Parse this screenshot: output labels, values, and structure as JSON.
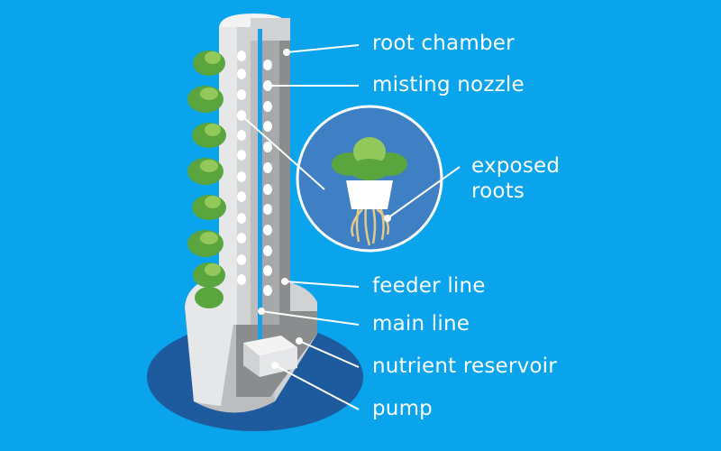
{
  "diagram": {
    "labels": {
      "root_chamber": "root chamber",
      "misting_nozzle": "misting nozzle",
      "exposed_roots_line1": "exposed",
      "exposed_roots_line2": "roots",
      "feeder_line": "feeder line",
      "main_line": "main line",
      "nutrient_reservoir": "nutrient reservoir",
      "pump": "pump"
    }
  },
  "colors": {
    "background": "#0aa4ec",
    "base_shadow": "#1d5a9e",
    "tower_light": "#e6e7e8",
    "tower_mid": "#bcbdbf",
    "tower_dark": "#8b8c8e",
    "leaf_green": "#5aa53e",
    "leaf_light": "#93c95a",
    "water_blue": "#1aa0e6",
    "inset_circle": "#3f7fc4",
    "roots": "#e6c98a",
    "label_text": "#ffffff"
  }
}
